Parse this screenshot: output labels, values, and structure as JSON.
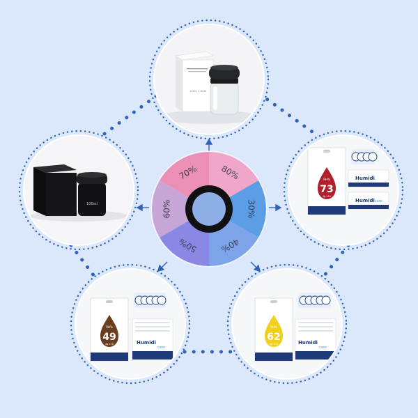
{
  "colors": {
    "background": "#dbe7fb",
    "dot": "#2f63b8",
    "ring": "#2f63b8",
    "card_navy": "#1f3a78",
    "drop_red": "#b0202a",
    "drop_brown": "#6a3d1e",
    "drop_yellow": "#f2cf1a"
  },
  "dial": {
    "segments": [
      {
        "label": "80%",
        "color": "#f0a6c8"
      },
      {
        "label": "30%",
        "color": "#5c9ee6"
      },
      {
        "label": "40%",
        "color": "#7da4e8"
      },
      {
        "label": "50%",
        "color": "#8a88e4"
      },
      {
        "label": "60%",
        "color": "#c6a6d6"
      },
      {
        "label": "70%",
        "color": "#ec8fb4"
      }
    ]
  },
  "products": {
    "top": {
      "icon": "white-box-glass-jar-icon",
      "box_text": "3.5G | 4.5CM"
    },
    "left": {
      "icon": "black-box-black-jar-icon",
      "jar_text": "100ml"
    },
    "right": {
      "icon": "humidity-pack-73-icon",
      "rh_label": "RH%",
      "number": "73",
      "size_text": "4g x10",
      "brand": "Humidi",
      "brand_sub": "care"
    },
    "bottom_left": {
      "icon": "humidity-pack-49-icon",
      "rh_label": "RH%",
      "number": "49",
      "size_text": "4g x10",
      "brand": "Humidi",
      "brand_sub": "care"
    },
    "bottom_right": {
      "icon": "humidity-pack-62-icon",
      "rh_label": "RH%",
      "number": "62",
      "size_text": "4g x10",
      "brand": "Humidi",
      "brand_sub": "care"
    }
  }
}
